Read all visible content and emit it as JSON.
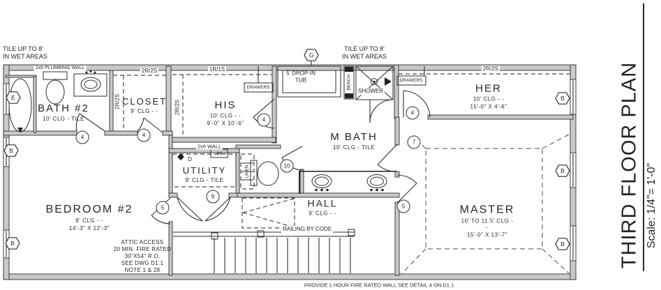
{
  "title_block": {
    "title": "THIRD FLOOR PLAN",
    "scale": "Scale: 1/4\"= 1'-0\""
  },
  "notes": {
    "tile_l1": "TILE UP TO 8'",
    "tile_l2": "IN WET AREAS",
    "plumbing_wall": "2x6 PLUMBING WALL",
    "wall_2x6": "2x6 WALL",
    "railing": "RAILING BY CODE",
    "fire_rated": "PROVIDE 1 HOUR FIRE RATED WALL SEE DETAIL 4 ON D1.1",
    "attic": {
      "l1": "ATTIC ACCESS",
      "l2": "20 MIN. FIRE RATED",
      "l3": "30\"X54\" R.O.",
      "l4": "SEE DWG D1.1",
      "l5": "NOTE 1 & 28"
    }
  },
  "rooms": {
    "bath2": {
      "name": "BATH #2",
      "clg": "10' CLG - TILE"
    },
    "closet": {
      "name": "CLOSET",
      "clg": "9' CLG - -"
    },
    "his": {
      "name": "HIS",
      "clg": "10' CLG - -",
      "dims": "9'-0\" X 10'-6\""
    },
    "her": {
      "name": "HER",
      "clg": "10' CLG - -",
      "dims": "15'-0\" X 4'-6\""
    },
    "mbath": {
      "name": "M BATH",
      "clg": "10' CLG - TILE"
    },
    "utility": {
      "name": "UTILITY",
      "clg": "9' CLG - TILE"
    },
    "hall": {
      "name": "HALL",
      "clg": "9' CLG - -"
    },
    "bedroom2": {
      "name": "BEDROOM #2",
      "clg": "9' CLG - -",
      "dims": "14'-3\" X 12'-3\""
    },
    "master": {
      "name": "MASTER",
      "clg": "10' TO 11.5' CLG -",
      "clg2": "-",
      "dims": "15'-0\" X 13'-7\""
    }
  },
  "fixtures": {
    "tub_l1": "5' DROP-IN",
    "tub_l2": "TUB",
    "bench": "BENCH",
    "shower": "SHOWER",
    "linen": "LINEN",
    "drawers": "DRAWERS",
    "dryer": "D",
    "washer": "W"
  },
  "shelving": {
    "rs2": "2R/2S",
    "rs1": "1R/1S"
  },
  "markers": {
    "e": "E",
    "b": "B",
    "g": "G",
    "n4": "4",
    "n5": "5",
    "n7": "7",
    "n9": "9",
    "n10": "10"
  }
}
